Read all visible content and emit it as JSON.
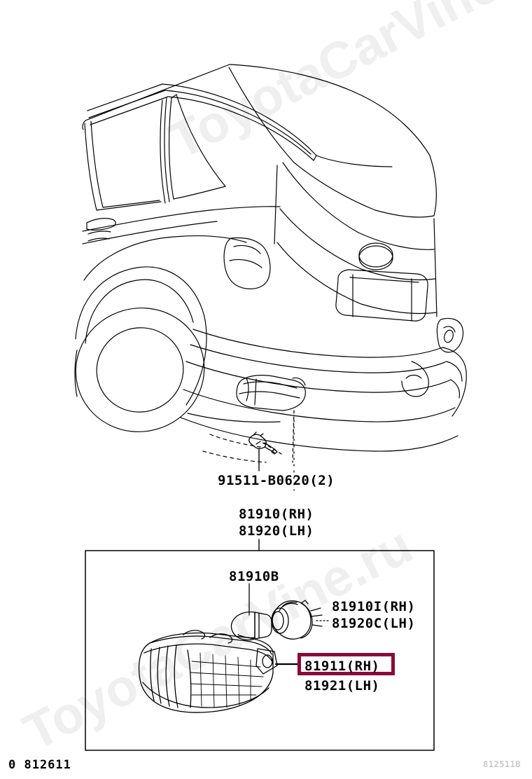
{
  "page": {
    "kind": "automotive-parts-illustration",
    "background_color": "#ffffff",
    "ink_color": "#000000",
    "highlight_color": "#8b0a3c",
    "watermark_color": "#efefef"
  },
  "watermark": {
    "top_text": "ToyotaCarVine.ru",
    "bottom_text": "ToyotaCarVine.ru"
  },
  "labels": {
    "bolt": "91511-B0620(2)",
    "assembly_rh": "81910(RH)",
    "assembly_lh": "81920(LH)",
    "bulb": "81910B",
    "socket_rh": "81910I(RH)",
    "socket_lh": "81920C(LH)",
    "lens_rh": "81911(RH)",
    "lens_lh": "81921(LH)"
  },
  "highlight": {
    "target_label": "81911(RH)",
    "border_color": "#8b0a3c"
  },
  "footer": {
    "left_code": "0 812611",
    "right_code": "812511B"
  }
}
